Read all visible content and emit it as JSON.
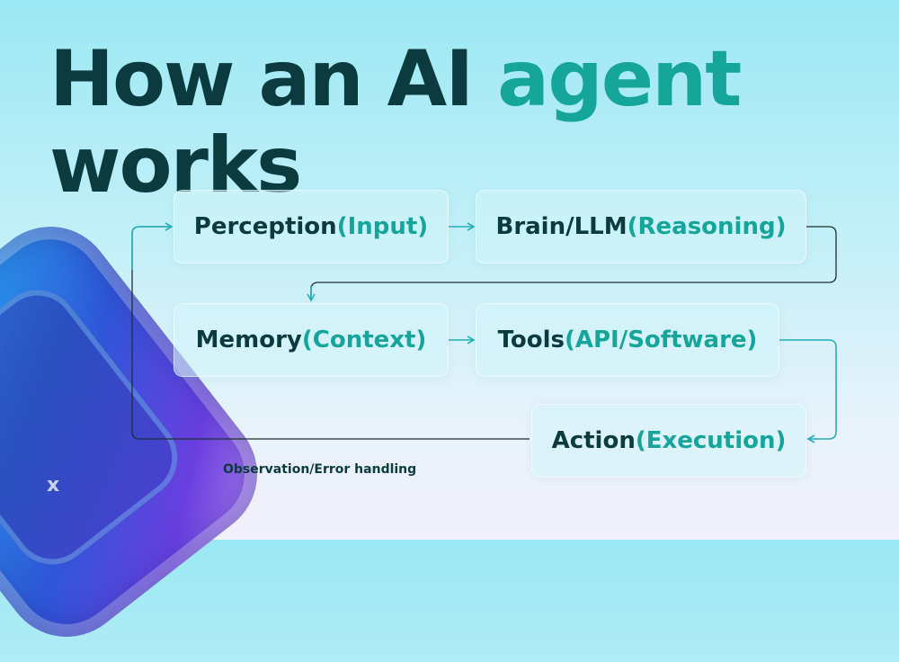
{
  "title": {
    "part1": "How an AI ",
    "accent": "agent",
    "line2": "works"
  },
  "steps": [
    {
      "label": "Perception ",
      "paren": "(Input)"
    },
    {
      "label": "Brain/LLM ",
      "paren": "(Reasoning)"
    },
    {
      "label": "Memory ",
      "paren": "(Context)"
    },
    {
      "label": "Tools ",
      "paren": "(API/Software)"
    },
    {
      "label": "Action ",
      "paren": "(Execution)"
    }
  ],
  "loop_label": "Observation/Error handling",
  "logo_glyph": "x",
  "colors": {
    "text_dark": "#0b3b3e",
    "accent_teal": "#16a59b",
    "arrow": "#23b0b8",
    "arrow_dark": "#1f2f33"
  }
}
